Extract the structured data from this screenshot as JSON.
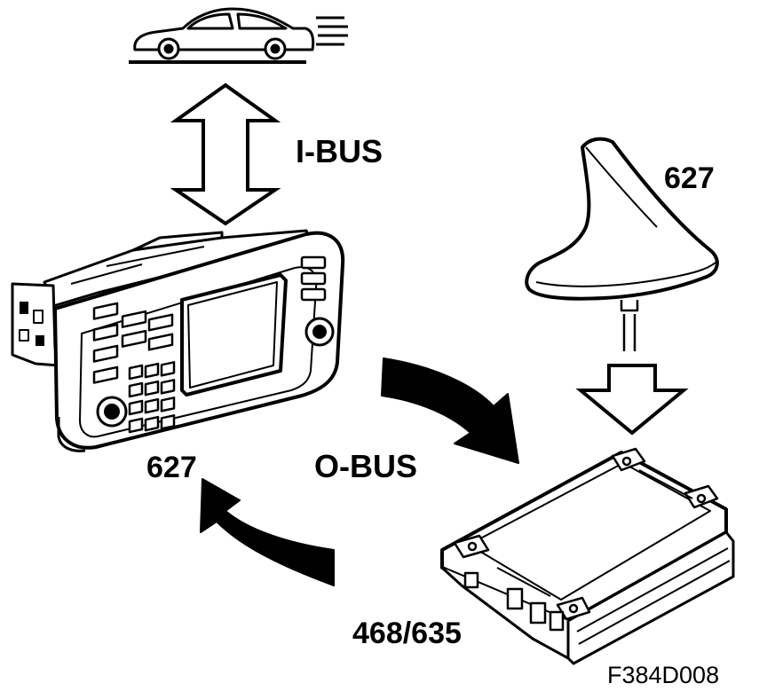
{
  "labels": {
    "ibus": "I-BUS",
    "antenna_number": "627",
    "radio_number": "627",
    "obus": "O-BUS",
    "module_number": "468/635",
    "figure_code": "F384D008"
  },
  "colors": {
    "ink": "#000000",
    "paper": "#ffffff",
    "screen": "#ffffff"
  },
  "icons": {
    "vehicle": "car-icon",
    "bus_link": "double-arrow-icon",
    "down": "arrow-down-icon",
    "flow_right": "curved-arrow-right-icon",
    "flow_left": "curved-arrow-left-icon"
  }
}
